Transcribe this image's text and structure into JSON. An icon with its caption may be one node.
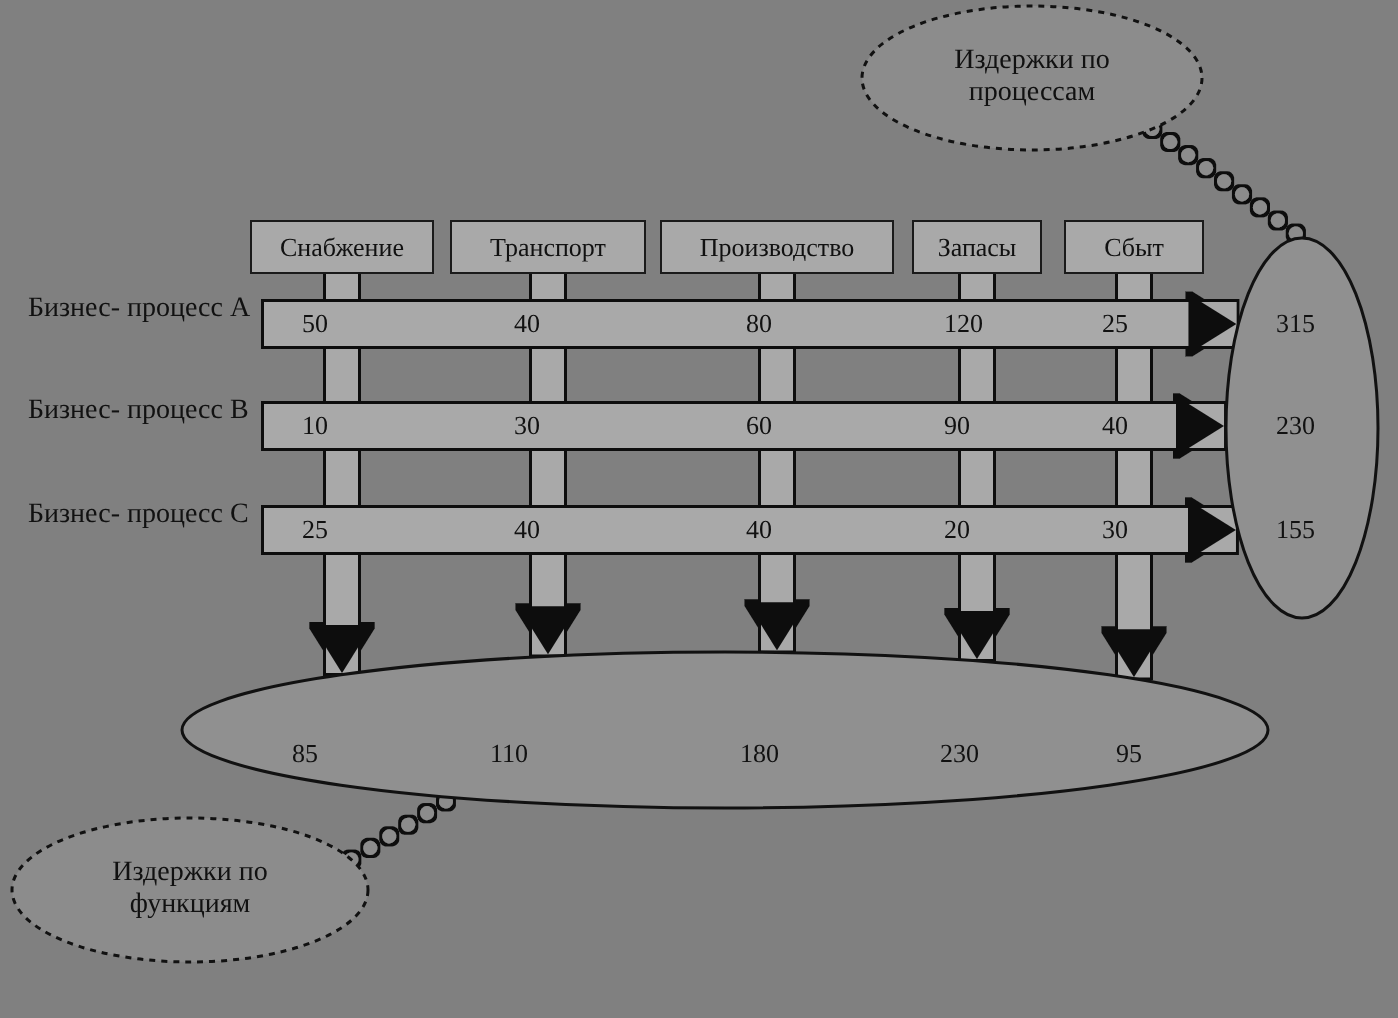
{
  "diagram": {
    "nodes": [
      {
        "text": [
          "Снабжение"
        ]
      },
      {
        "text": [
          "Транспорт"
        ]
      },
      {
        "text": [
          "Производство"
        ]
      },
      {
        "text": [
          "Запасы"
        ]
      },
      {
        "text": [
          "Сбыт"
        ]
      },
      {
        "text": [
          "Бизнес- процесс А"
        ]
      },
      {
        "text": [
          "Бизнес- процесс В"
        ]
      },
      {
        "text": [
          "Бизнес- процесс С"
        ]
      },
      {
        "text": [
          "315",
          "230",
          "155"
        ]
      },
      {
        "text": [
          "85",
          "110",
          "180",
          "230",
          "95"
        ]
      },
      {
        "text": [
          "Издержки по процессам"
        ]
      },
      {
        "text": [
          "Издержки по функциям"
        ]
      }
    ],
    "edges": [
      {
        "from": 0,
        "to": 9,
        "arrow": "to"
      },
      {
        "from": 1,
        "to": 9,
        "arrow": "to"
      },
      {
        "from": 2,
        "to": 9,
        "arrow": "to"
      },
      {
        "from": 3,
        "to": 9,
        "arrow": "to"
      },
      {
        "from": 4,
        "to": 9,
        "arrow": "to"
      },
      {
        "from": 5,
        "to": 8,
        "arrow": "to"
      },
      {
        "from": 6,
        "to": 8,
        "arrow": "to"
      },
      {
        "from": 7,
        "to": 8,
        "arrow": "to"
      },
      {
        "from": 10,
        "to": 8,
        "arrow": "none",
        "style": "dashed"
      },
      {
        "from": 11,
        "to": 9,
        "arrow": "none",
        "style": "dashed"
      }
    ],
    "labels": [
      "50",
      "40",
      "80",
      "120",
      "25",
      "10",
      "30",
      "60",
      "90",
      "40",
      "25",
      "40",
      "40",
      "20",
      "30"
    ]
  }
}
